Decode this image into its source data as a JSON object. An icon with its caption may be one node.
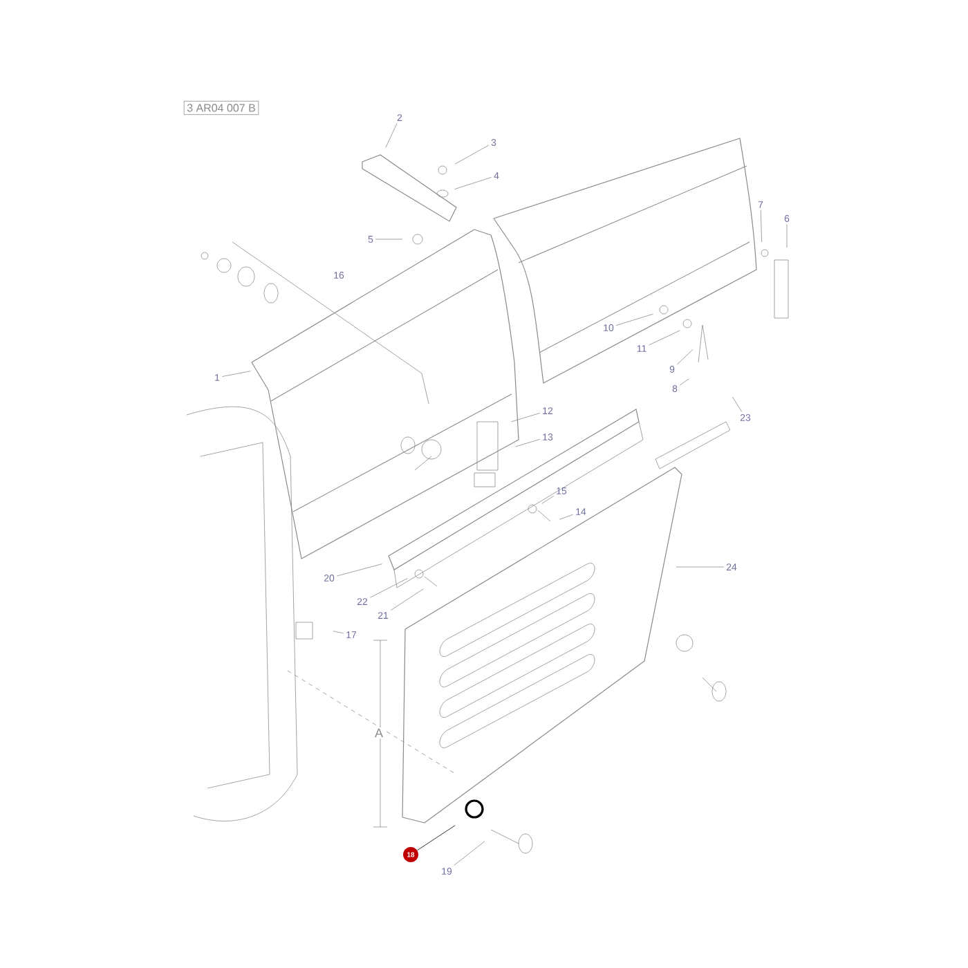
{
  "diagram": {
    "nodes": [
      {
        "text": [
          "3 AR04 007 B"
        ]
      },
      {
        "text": [
          "1"
        ]
      },
      {
        "text": [
          "2"
        ]
      },
      {
        "text": [
          "3"
        ]
      },
      {
        "text": [
          "4"
        ]
      },
      {
        "text": [
          "5"
        ]
      },
      {
        "text": [
          "6"
        ]
      },
      {
        "text": [
          "7"
        ]
      },
      {
        "text": [
          "8"
        ]
      },
      {
        "text": [
          "9"
        ]
      },
      {
        "text": [
          "10"
        ]
      },
      {
        "text": [
          "11"
        ]
      },
      {
        "text": [
          "12"
        ]
      },
      {
        "text": [
          "13"
        ]
      },
      {
        "text": [
          "14"
        ]
      },
      {
        "text": [
          "15"
        ]
      },
      {
        "text": [
          "16"
        ]
      },
      {
        "text": [
          "17"
        ]
      },
      {
        "text": [
          "18"
        ]
      },
      {
        "text": [
          "19"
        ]
      },
      {
        "text": [
          "20"
        ]
      },
      {
        "text": [
          "21"
        ]
      },
      {
        "text": [
          "22"
        ]
      },
      {
        "text": [
          "23"
        ]
      },
      {
        "text": [
          "24"
        ]
      }
    ],
    "edges": [
      {
        "from": 1,
        "to": null,
        "arrow": "none"
      },
      {
        "from": 2,
        "to": null,
        "arrow": "none"
      },
      {
        "from": 3,
        "to": null,
        "arrow": "none"
      },
      {
        "from": 4,
        "to": null,
        "arrow": "none"
      },
      {
        "from": 5,
        "to": null,
        "arrow": "none"
      },
      {
        "from": 6,
        "to": null,
        "arrow": "none"
      },
      {
        "from": 7,
        "to": null,
        "arrow": "none"
      },
      {
        "from": 8,
        "to": null,
        "arrow": "none"
      },
      {
        "from": 9,
        "to": null,
        "arrow": "none"
      },
      {
        "from": 10,
        "to": null,
        "arrow": "none"
      },
      {
        "from": 11,
        "to": null,
        "arrow": "none"
      },
      {
        "from": 12,
        "to": null,
        "arrow": "none"
      },
      {
        "from": 13,
        "to": null,
        "arrow": "none"
      },
      {
        "from": 14,
        "to": null,
        "arrow": "none"
      },
      {
        "from": 15,
        "to": null,
        "arrow": "none"
      },
      {
        "from": 17,
        "to": null,
        "arrow": "none"
      },
      {
        "from": 18,
        "to": null,
        "arrow": "none",
        "color": "#000000"
      },
      {
        "from": 19,
        "to": null,
        "arrow": "none"
      },
      {
        "from": 20,
        "to": null,
        "arrow": "none"
      },
      {
        "from": 21,
        "to": null,
        "arrow": "none"
      },
      {
        "from": 22,
        "to": null,
        "arrow": "none"
      },
      {
        "from": 23,
        "to": null,
        "arrow": "none"
      },
      {
        "from": 24,
        "to": null,
        "arrow": "none"
      }
    ],
    "labels": [
      "A"
    ]
  }
}
